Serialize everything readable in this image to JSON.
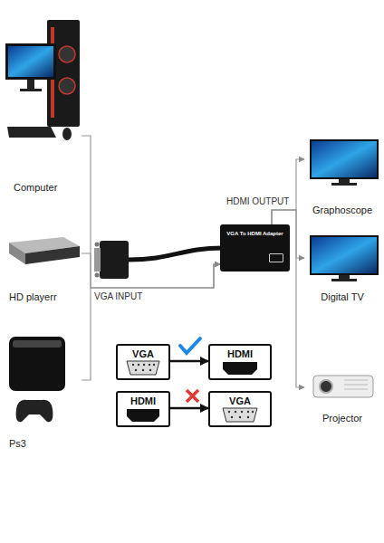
{
  "diagram": {
    "nodes": [
      {
        "text": [
          "Computer"
        ]
      },
      {
        "text": [
          "HD playerr"
        ]
      },
      {
        "text": [
          "Ps3"
        ]
      },
      {
        "text": [
          "VGA To HDMI Adapter"
        ]
      },
      {
        "text": [
          "Graphoscope"
        ]
      },
      {
        "text": [
          "Digital TV"
        ]
      },
      {
        "text": [
          "Projector"
        ]
      },
      {
        "text": [
          "VGA"
        ]
      },
      {
        "text": [
          "HDMI"
        ]
      },
      {
        "text": [
          "HDMI"
        ]
      },
      {
        "text": [
          "VGA"
        ]
      }
    ],
    "edges": [
      {
        "from": 0,
        "to": 3,
        "arrow": "to"
      },
      {
        "from": 1,
        "to": 3,
        "arrow": "to"
      },
      {
        "from": 2,
        "to": 3,
        "arrow": "to"
      },
      {
        "from": 3,
        "to": 4,
        "arrow": "to"
      },
      {
        "from": 3,
        "to": 5,
        "arrow": "to"
      },
      {
        "from": 3,
        "to": 6,
        "arrow": "to"
      },
      {
        "from": 7,
        "to": 8,
        "arrow": "to"
      },
      {
        "from": 9,
        "to": 10,
        "arrow": "to"
      }
    ],
    "labels": [
      "VGA INPUT",
      "HDMI OUTPUT"
    ]
  }
}
